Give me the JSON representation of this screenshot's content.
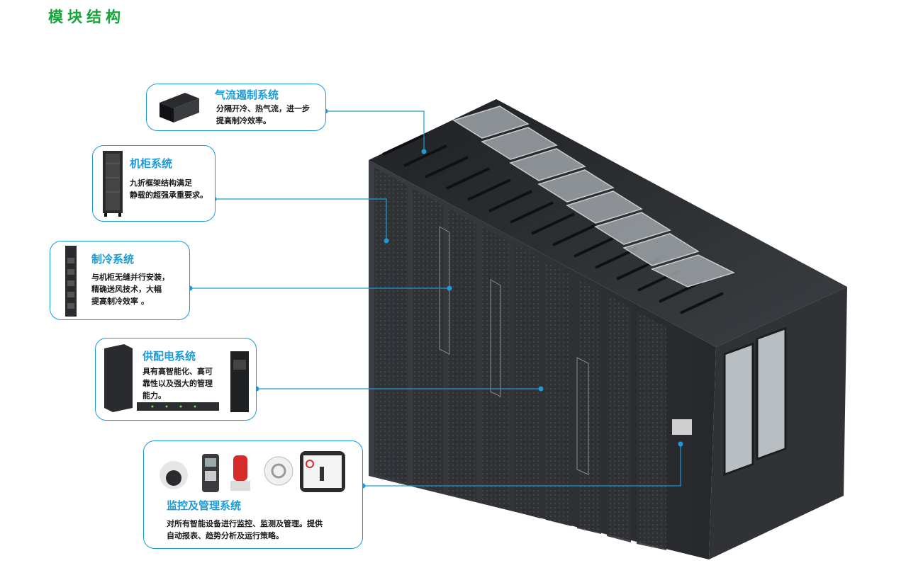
{
  "page_title": "模块结构",
  "modules": [
    {
      "title": "气流遏制系统",
      "lines": [
        "分隔开冷、热气流，进一步",
        "提高制冷效率。"
      ],
      "icon": "aisle-containment-panel-icon"
    },
    {
      "title": "机柜系统",
      "lines": [
        "九折框架结构满足",
        "静载的超强承重要求。"
      ],
      "icon": "server-cabinet-icon"
    },
    {
      "title": "制冷系统",
      "lines": [
        "与机柜无缝并行安装，",
        "精确送风技术，大幅",
        "提高制冷效率 。"
      ],
      "icon": "inrow-cooling-unit-icon"
    },
    {
      "title": "供配电系统",
      "lines": [
        "具有高智能化、高可",
        "靠性以及强大的管理",
        "能力。"
      ],
      "icon": "power-distribution-icon"
    },
    {
      "title": "监控及管理系统",
      "lines": [
        "对所有智能设备进行监控、监测及管理。提供",
        "自动报表、趋势分析及运行策略。"
      ],
      "icon": "monitoring-devices-icon"
    }
  ],
  "colors": {
    "title_green": "#15a33a",
    "accent_blue": "#1b9bd7",
    "cabinet_dark": "#2b2d30"
  }
}
